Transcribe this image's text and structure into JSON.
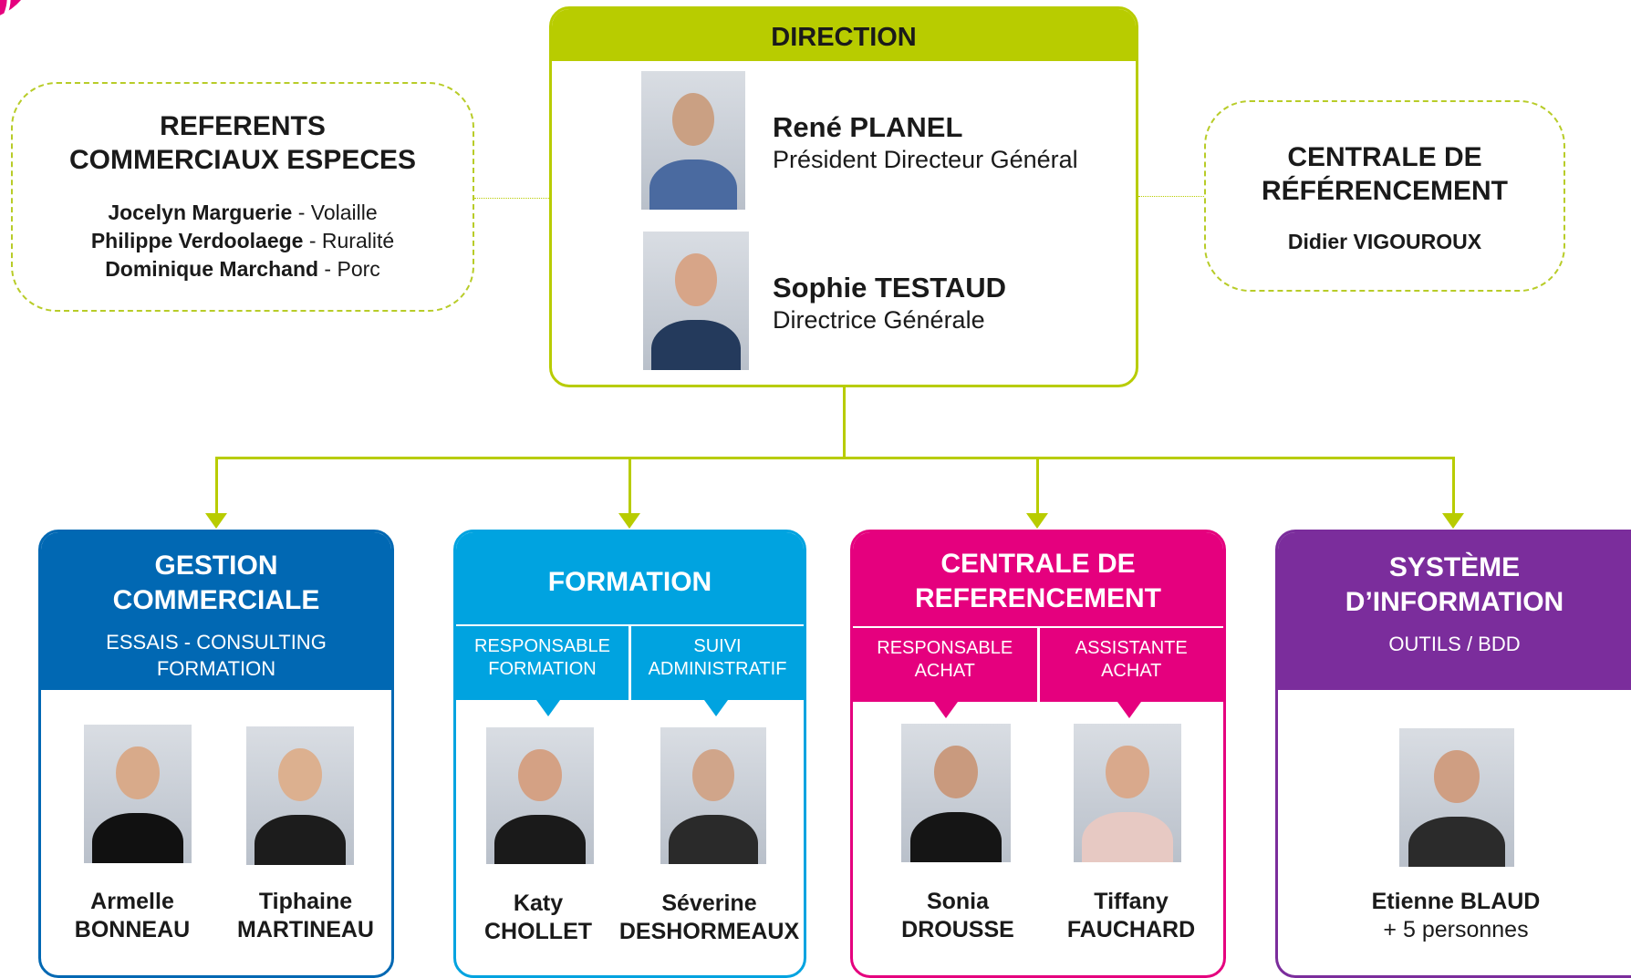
{
  "colors": {
    "accent": "#b8cc00",
    "gestion": "#0168b3",
    "formation": "#00a3e0",
    "centrale": "#e5007e",
    "systeme": "#7b2d9c"
  },
  "referents": {
    "title_line1": "REFERENTS",
    "title_line2": "COMMERCIAUX ESPECES",
    "people": [
      {
        "name": "Jocelyn Marguerie",
        "sep": " - ",
        "role": "Volaille"
      },
      {
        "name": "Philippe Verdoolaege",
        "sep": " - ",
        "role": "Ruralité"
      },
      {
        "name": "Dominique Marchand",
        "sep": " - ",
        "role": "Porc"
      }
    ]
  },
  "centrale_ref": {
    "title_line1": "CENTRALE DE",
    "title_line2": "RÉFÉRENCEMENT",
    "name": "Didier VIGOUROUX"
  },
  "direction": {
    "title": "DIRECTION",
    "people": [
      {
        "name": "René PLANEL",
        "role": "Président Directeur Général"
      },
      {
        "name": "Sophie TESTAUD",
        "role": "Directrice Générale"
      }
    ]
  },
  "gestion": {
    "title_line1": "GESTION",
    "title_line2": "COMMERCIALE",
    "sub_line1": "ESSAIS - CONSULTING",
    "sub_line2": "FORMATION",
    "people": [
      {
        "first": "Armelle",
        "last": "BONNEAU"
      },
      {
        "first": "Tiphaine",
        "last": "MARTINEAU"
      }
    ]
  },
  "formation": {
    "title": "FORMATION",
    "col1_line1": "RESPONSABLE",
    "col1_line2": "FORMATION",
    "col2_line1": "SUIVI",
    "col2_line2": "ADMINISTRATIF",
    "people": [
      {
        "first": "Katy",
        "last": "CHOLLET"
      },
      {
        "first": "Séverine",
        "last": "DESHORMEAUX"
      }
    ]
  },
  "centrale": {
    "title_line1": "CENTRALE DE",
    "title_line2": "REFERENCEMENT",
    "col1_line1": "RESPONSABLE",
    "col1_line2": "ACHAT",
    "col2_line1": "ASSISTANTE",
    "col2_line2": "ACHAT",
    "people": [
      {
        "first": "Sonia",
        "last": "DROUSSE"
      },
      {
        "first": "Tiffany",
        "last": "FAUCHARD"
      }
    ]
  },
  "systeme": {
    "title_line1": "SYSTÈME",
    "title_line2": "D’INFORMATION",
    "sub": "OUTILS / BDD",
    "person": {
      "name": "Etienne BLAUD",
      "extra": "+ 5 personnes"
    }
  }
}
